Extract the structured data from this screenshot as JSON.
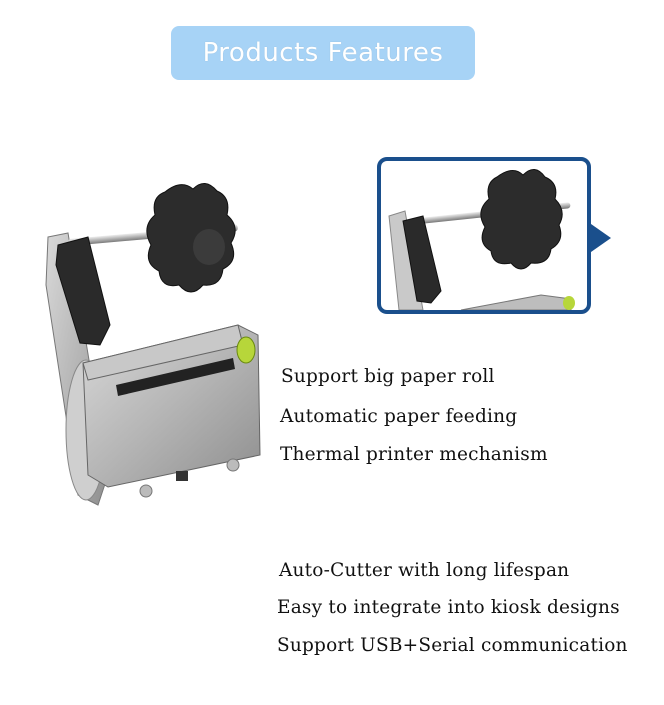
{
  "banner": {
    "title": "Products Features",
    "bg_color": "#a7d3f6"
  },
  "features_group_1": [
    "Support big paper roll",
    "Automatic paper feeding",
    "Thermal printer mechanism"
  ],
  "features_group_2": [
    "Auto-Cutter with long lifespan",
    "Easy to integrate into kiosk designs",
    "Support USB+Serial communication"
  ],
  "zoom": {
    "border_color": "#1a4f8c"
  }
}
